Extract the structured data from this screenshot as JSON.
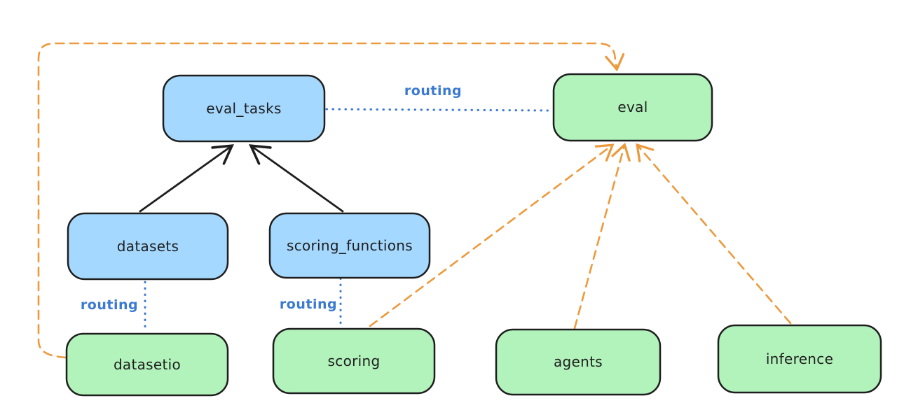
{
  "diagram": {
    "background": "#ffffff",
    "colors": {
      "node_border": "#1e1e1e",
      "blue_fill": "#a5d8ff",
      "green_fill": "#b2f2bb",
      "label_text": "#1e1e1e",
      "routing_blue": "#3b7ad1",
      "dependency_black": "#1e1e1e",
      "provider_orange": "#ec9a3d"
    },
    "nodes": [
      {
        "id": "eval_tasks",
        "label": "eval_tasks",
        "fill": "blue"
      },
      {
        "id": "eval",
        "label": "eval",
        "fill": "green"
      },
      {
        "id": "datasets",
        "label": "datasets",
        "fill": "blue"
      },
      {
        "id": "scoring_functions",
        "label": "scoring_functions",
        "fill": "blue"
      },
      {
        "id": "datasetio",
        "label": "datasetio",
        "fill": "green"
      },
      {
        "id": "scoring",
        "label": "scoring",
        "fill": "green"
      },
      {
        "id": "agents",
        "label": "agents",
        "fill": "green"
      },
      {
        "id": "inference",
        "label": "inference",
        "fill": "green"
      }
    ],
    "routing_labels": [
      {
        "text": "routing",
        "between": "eval_tasks and eval"
      },
      {
        "text": "routing",
        "between": "datasets and datasetio"
      },
      {
        "text": "routing",
        "between": "scoring_functions and scoring"
      }
    ],
    "edges": [
      {
        "from": "datasets",
        "to": "eval_tasks",
        "style": "solid-black-arrow"
      },
      {
        "from": "scoring_functions",
        "to": "eval_tasks",
        "style": "solid-black-arrow"
      },
      {
        "from": "eval_tasks",
        "to": "eval",
        "style": "dotted-blue",
        "label": "routing"
      },
      {
        "from": "datasets",
        "to": "datasetio",
        "style": "dotted-blue",
        "label": "routing"
      },
      {
        "from": "scoring_functions",
        "to": "scoring",
        "style": "dotted-blue",
        "label": "routing"
      },
      {
        "from": "datasetio",
        "to": "eval",
        "style": "dashed-orange-arrow"
      },
      {
        "from": "scoring",
        "to": "eval",
        "style": "dashed-orange-arrow"
      },
      {
        "from": "agents",
        "to": "eval",
        "style": "dashed-orange-arrow"
      },
      {
        "from": "inference",
        "to": "eval",
        "style": "dashed-orange-arrow"
      }
    ]
  }
}
